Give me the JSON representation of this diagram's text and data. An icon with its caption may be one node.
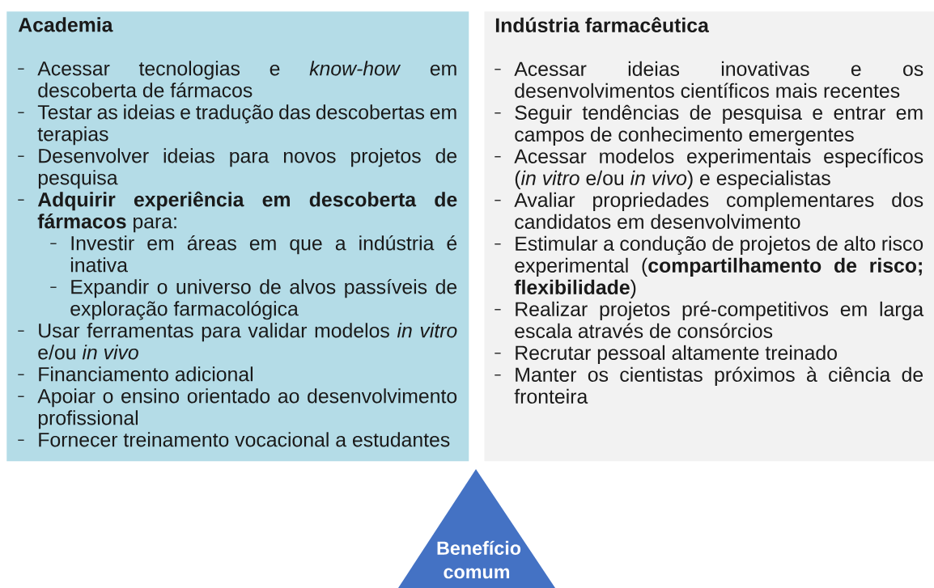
{
  "diagram": {
    "nodes": [
      {
        "text": [
          "Academia",
          "Acessar tecnologias e *know-how* em descoberta de fármacos",
          "Testar as ideias e tradução das descobertas em terapias",
          "Desenvolver ideias para novos projetos de pesquisa",
          "**Adquirir experiência em descoberta de fármacos** para:",
          "Investir em áreas em que a indústria é inativa",
          "Expandir o universo de alvos passíveis de exploração farmacológica",
          "Usar ferramentas para validar modelos *in vitro* e/ou *in vivo*",
          "Financiamento adicional",
          "Apoiar o ensino orientado ao desenvolvimento profissional",
          "Fornecer treinamento vocacional a estudantes"
        ]
      },
      {
        "text": [
          "Indústria farmacêutica",
          "Acessar ideias inovativas e os desenvolvimentos científicos mais recentes",
          "Seguir tendências de pesquisa e entrar em campos de conhecimento emergentes",
          "Acessar modelos experimentais específicos (*in vitro* e/ou *in vivo*) e especialistas",
          "Avaliar propriedades complementares dos candidatos em desenvolvimento",
          "Estimular a condução de projetos de alto risco experimental (**compartilhamento de risco; flexibilidade**)",
          "Realizar projetos pré-competitivos em larga escala através de consórcios",
          "Recrutar pessoal altamente treinado",
          "Manter os cientistas próximos à ciência de fronteira"
        ]
      },
      {
        "text": [
          "Benefício comum"
        ]
      }
    ]
  }
}
